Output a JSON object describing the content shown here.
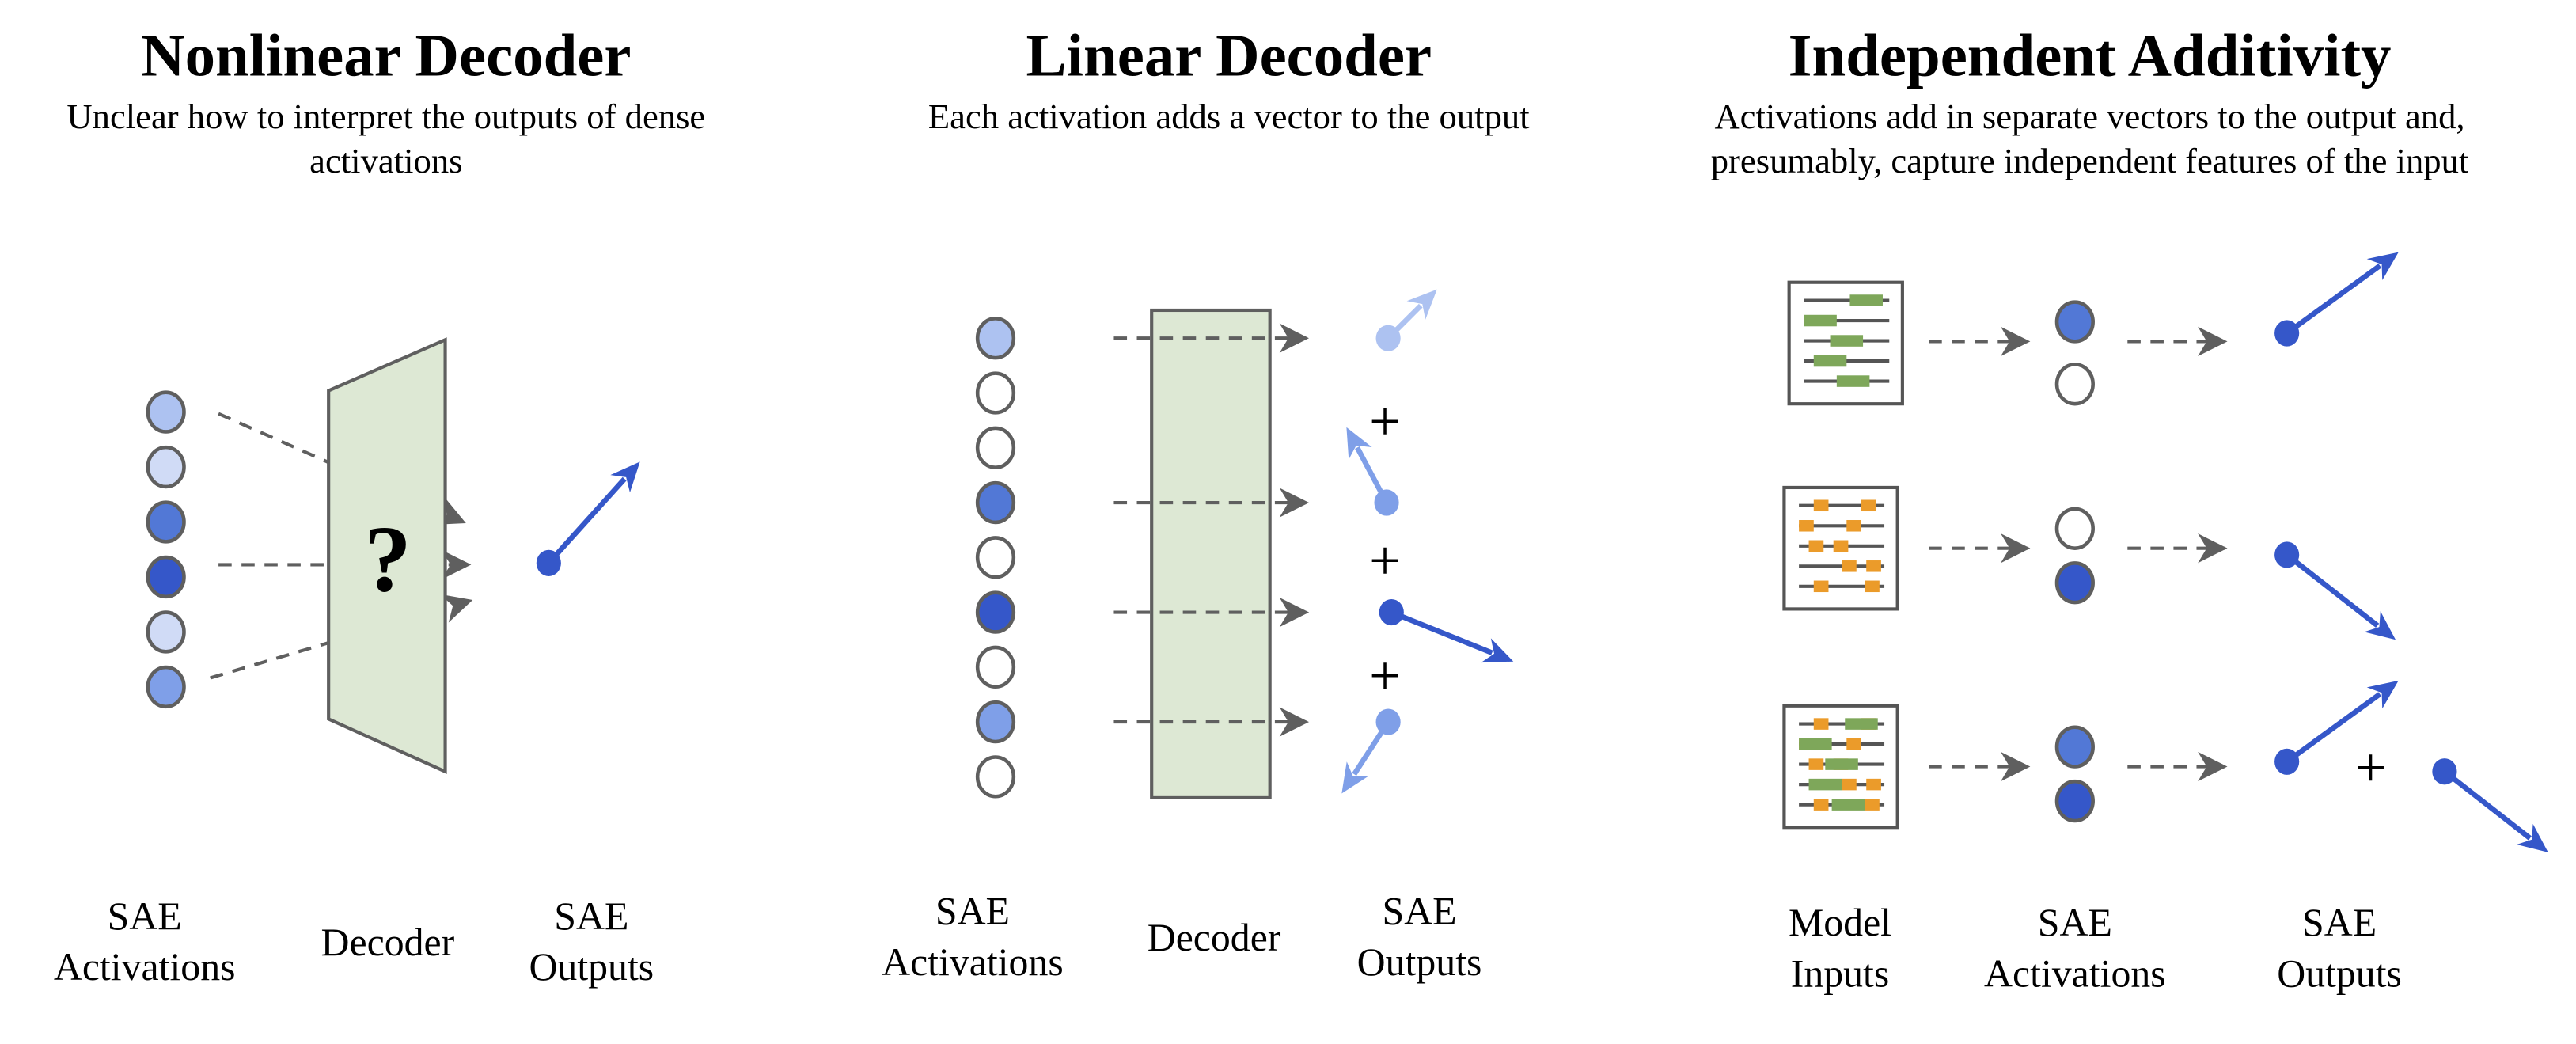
{
  "colors": {
    "background": "#ffffff",
    "node_stroke": "#5f5f5f",
    "decoder_fill": "#dde8d4",
    "decoder_stroke": "#5f5f5f",
    "dash_arrow": "#5f5f5f",
    "activation_levels": {
      "none": "#ffffff",
      "faint": "#d0dbf6",
      "light": "#adc2f1",
      "medium": "#7f9fe8",
      "strong": "#5278d6",
      "max": "#3557c9"
    },
    "doc_line": "#555555",
    "feature_green": "#7ea75a",
    "feature_orange": "#eb9b2a",
    "vector_dark": "#3557c9"
  },
  "panels": [
    {
      "id": "nonlinear",
      "title": "Nonlinear Decoder",
      "subtitle_lines": [
        "Unclear how to interpret the outputs of dense",
        "activations"
      ],
      "mystery_symbol": "?",
      "activations": [
        "light",
        "faint",
        "strong",
        "max",
        "faint",
        "medium"
      ],
      "output_vector": {
        "color": "vector_dark",
        "angle_deg": 48
      },
      "labels": [
        [
          "SAE",
          "Activations"
        ],
        [
          "Decoder"
        ],
        [
          "SAE",
          "Outputs"
        ]
      ]
    },
    {
      "id": "linear",
      "title": "Linear Decoder",
      "subtitle_lines": [
        "Each activation adds a vector to the output"
      ],
      "activations": [
        "light",
        "none",
        "none",
        "strong",
        "none",
        "max",
        "none",
        "medium",
        "none"
      ],
      "plus_symbol": "+",
      "output_vectors": [
        {
          "from_activation": 0,
          "level": "light",
          "angle_deg": 45
        },
        {
          "from_activation": 3,
          "level": "medium",
          "angle_deg": 118
        },
        {
          "from_activation": 5,
          "level": "max",
          "angle_deg": -22
        },
        {
          "from_activation": 7,
          "level": "medium",
          "angle_deg": 237
        }
      ],
      "labels": [
        [
          "SAE",
          "Activations"
        ],
        [
          "Decoder"
        ],
        [
          "SAE",
          "Outputs"
        ]
      ]
    },
    {
      "id": "independent",
      "title": "Independent Additivity",
      "subtitle_lines": [
        "Activations add in separate vectors to the output and,",
        "presumably, capture independent features of the input"
      ],
      "plus_symbol": "+",
      "rows": [
        {
          "input_features": "green",
          "activations": [
            "strong",
            "none"
          ],
          "vectors": [
            {
              "angle_deg": 36
            }
          ]
        },
        {
          "input_features": "orange",
          "activations": [
            "none",
            "max"
          ],
          "vectors": [
            {
              "angle_deg": -38
            }
          ]
        },
        {
          "input_features": "green+orange",
          "activations": [
            "strong",
            "max"
          ],
          "vectors": [
            {
              "angle_deg": 36
            },
            {
              "angle_deg": -38
            }
          ]
        }
      ],
      "labels": [
        [
          "Model",
          "Inputs"
        ],
        [
          "SAE",
          "Activations"
        ],
        [
          "SAE",
          "Outputs"
        ]
      ]
    }
  ]
}
